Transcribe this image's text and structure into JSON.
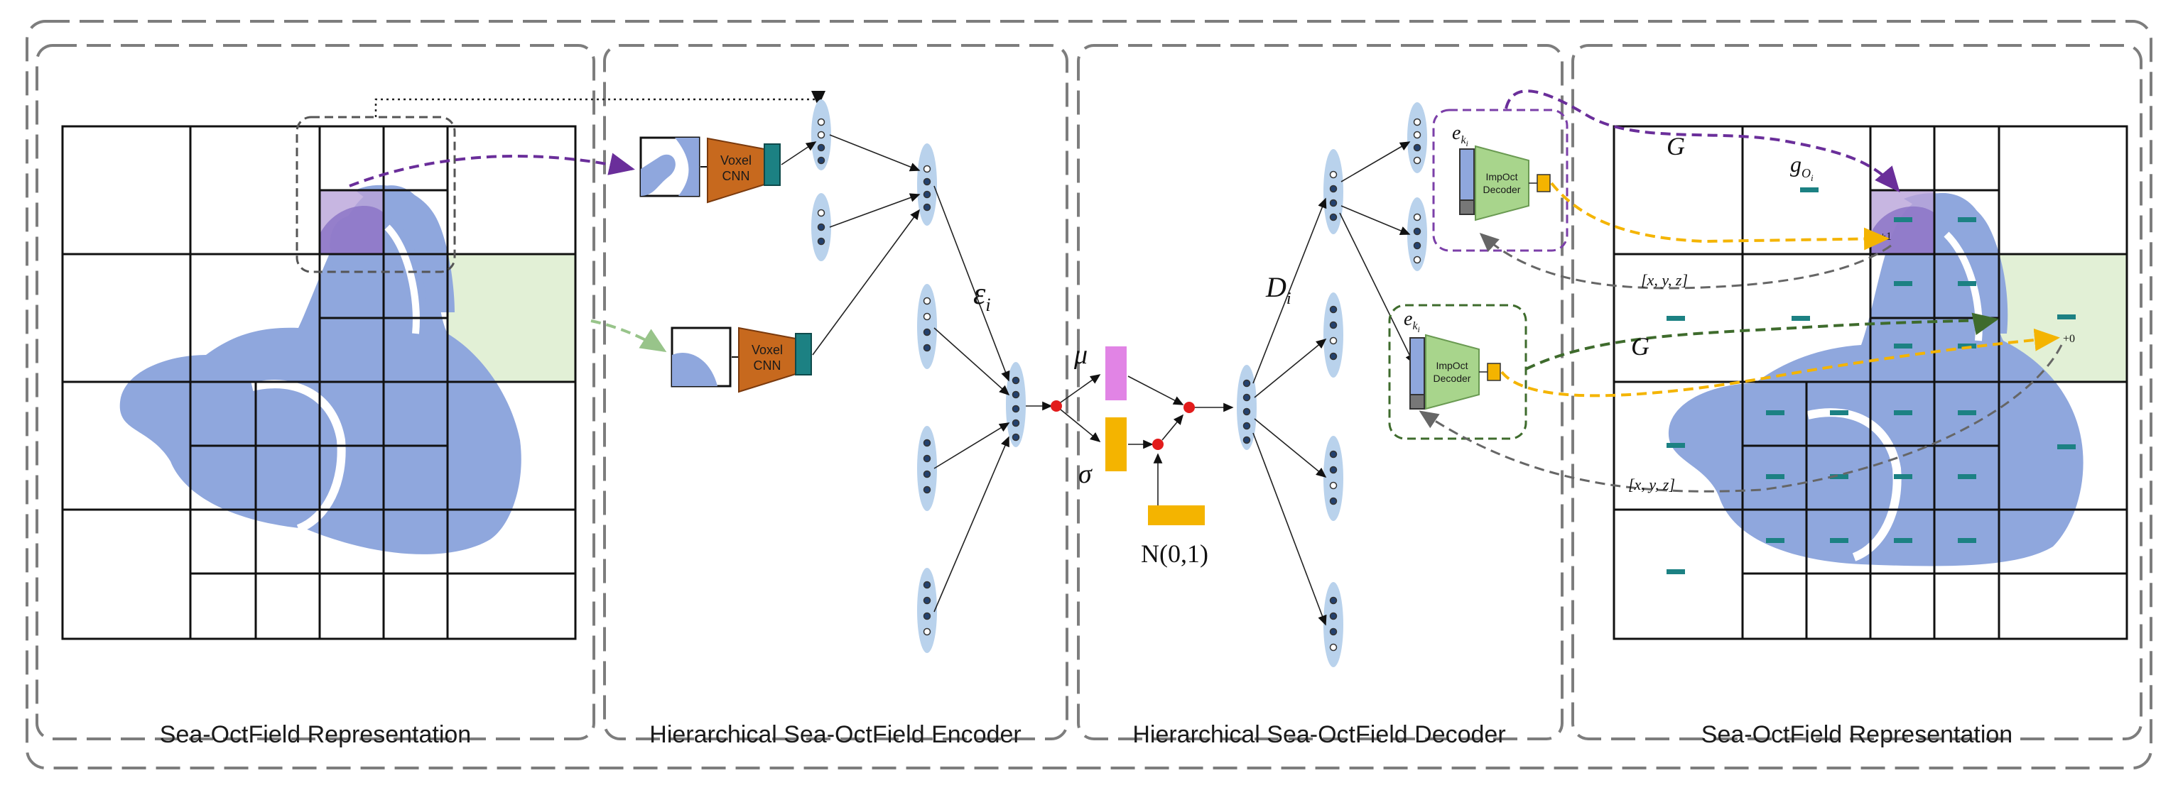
{
  "panels": {
    "left_representation": "Sea-OctField Representation",
    "encoder": "Hierarchical Sea-OctField Encoder",
    "decoder": "Hierarchical Sea-OctField Decoder",
    "right_representation": "Sea-OctField Representation"
  },
  "encoder": {
    "voxel_cnn_line1": "Voxel",
    "voxel_cnn_line2": "CNN",
    "epsilon_label": "ε",
    "epsilon_sub": "i"
  },
  "latent": {
    "mu": "μ",
    "sigma": "σ",
    "normal": "N(0,1)"
  },
  "decoder": {
    "d_label": "D",
    "d_sub": "i",
    "e_label": "e",
    "e_sub": "k",
    "e_subsub": "i",
    "impoct_line1": "ImpOct",
    "impoct_line2": "Decoder"
  },
  "right": {
    "g_upper": "G",
    "g_lower": "G",
    "g_octant": "g",
    "g_octant_sub": "O",
    "g_octant_subsub": "i",
    "xyz_upper": "[x, y, z]",
    "xyz_lower": "[x, y, z]",
    "plus_one": "+1",
    "plus_zero": "+0"
  },
  "colors": {
    "bunny": "#8fa7dd",
    "node": "#b9d2ec",
    "cnn": "#c7691e",
    "teal": "#1c8183",
    "purple": "#7b3fa8",
    "green_dash": "#98c48a",
    "yellow": "#f4b400",
    "pink": "#e184e5",
    "decoder_green": "#a8d58c"
  }
}
